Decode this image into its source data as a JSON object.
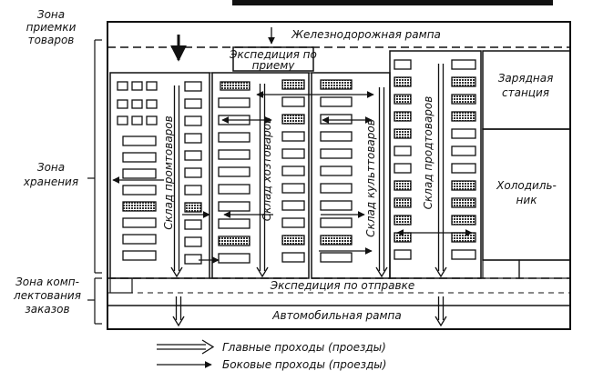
{
  "zones": {
    "receiving": [
      "Зона",
      "приемки",
      "товаров"
    ],
    "storage": [
      "Зона",
      "хранения"
    ],
    "picking": [
      "Зона комп-",
      "лектования",
      "заказов"
    ]
  },
  "areas": {
    "rail_ramp": "Железнодорожная рампа",
    "receiving_expedition": [
      "Экспедиция по",
      "приему"
    ],
    "charging_station": [
      "Зарядная",
      "станция"
    ],
    "refrigerator": [
      "Холодиль-",
      "ник"
    ],
    "dispatch_expedition": "Экспедиция по отправке",
    "truck_ramp": "Автомобильная рампа"
  },
  "warehouses": {
    "industrial": "Склад промтоваров",
    "household": "Склад хозтоваров",
    "cultural": "Склад культтоваров",
    "food": "Склад продтоваров"
  },
  "legend": {
    "main_passages": "Главные проходы (проезды)",
    "side_passages": "Боковые проходы (проезды)"
  },
  "colors": {
    "ink": "#111111",
    "paper": "#ffffff",
    "hatched_rack": "#555555"
  }
}
